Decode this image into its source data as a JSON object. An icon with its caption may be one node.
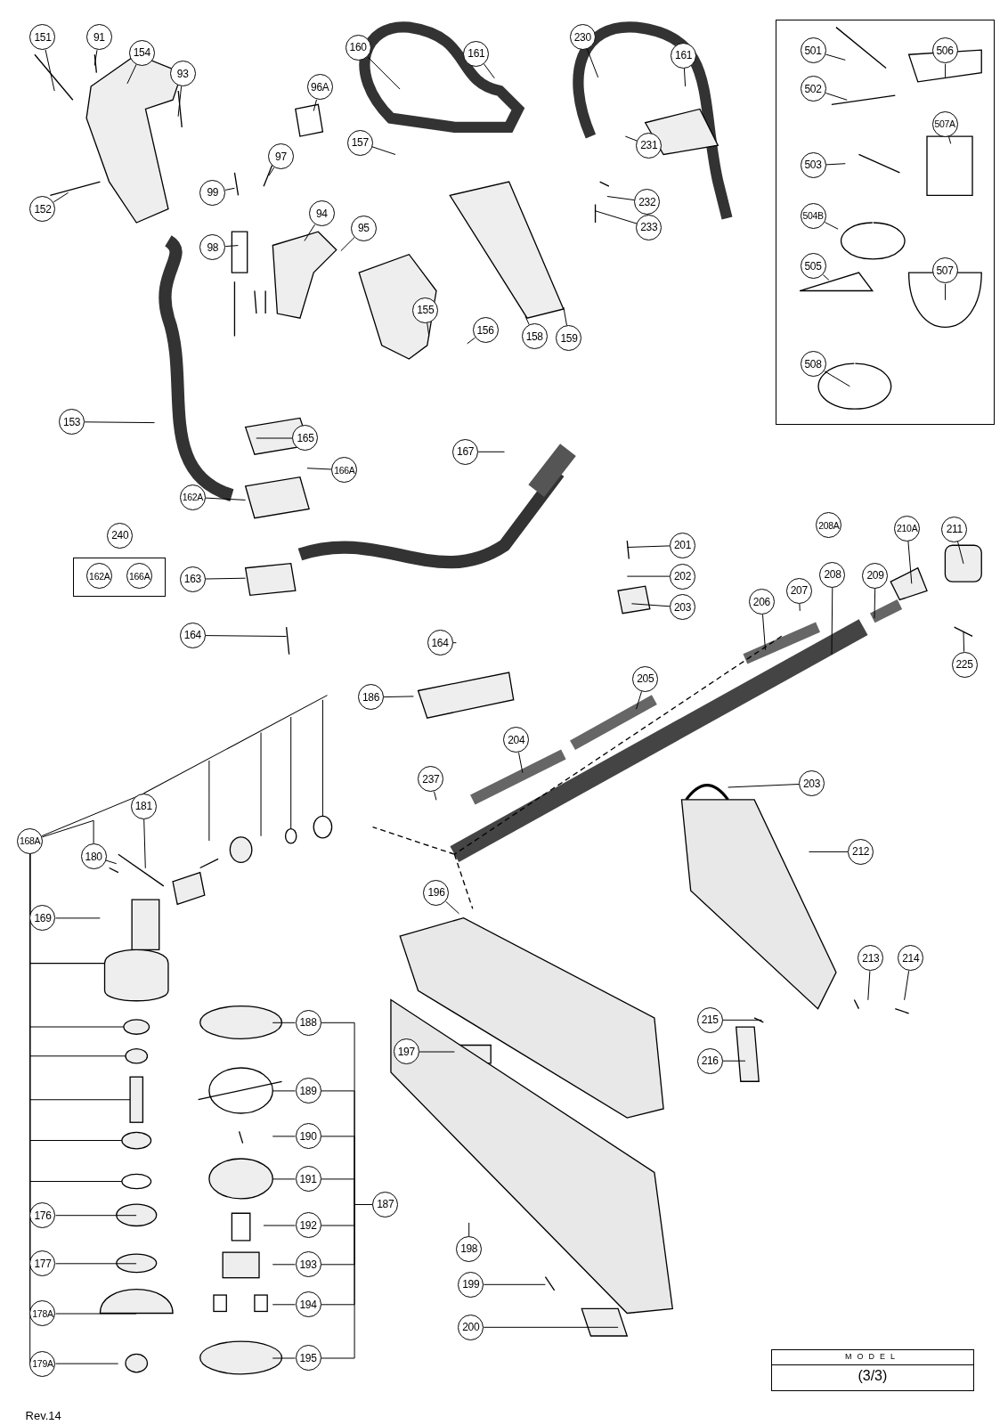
{
  "diagram": {
    "nodes": [
      {
        "text": [
          "151"
        ]
      },
      {
        "text": [
          "91"
        ]
      },
      {
        "text": [
          "154"
        ]
      },
      {
        "text": [
          "93"
        ]
      },
      {
        "text": [
          "152"
        ]
      },
      {
        "text": [
          "99"
        ]
      },
      {
        "text": [
          "97"
        ]
      },
      {
        "text": [
          "96A"
        ]
      },
      {
        "text": [
          "98"
        ]
      },
      {
        "text": [
          "94"
        ]
      },
      {
        "text": [
          "95"
        ]
      },
      {
        "text": [
          "155"
        ]
      },
      {
        "text": [
          "156"
        ]
      },
      {
        "text": [
          "160"
        ]
      },
      {
        "text": [
          "161"
        ]
      },
      {
        "text": [
          "157"
        ]
      },
      {
        "text": [
          "158"
        ]
      },
      {
        "text": [
          "159"
        ]
      },
      {
        "text": [
          "230"
        ]
      },
      {
        "text": [
          "161"
        ]
      },
      {
        "text": [
          "231"
        ]
      },
      {
        "text": [
          "232"
        ]
      },
      {
        "text": [
          "233"
        ]
      },
      {
        "text": [],
        "shape": "box"
      },
      {
        "text": [
          "501"
        ],
        "in": 23
      },
      {
        "text": [
          "502"
        ],
        "in": 23
      },
      {
        "text": [
          "503"
        ],
        "in": 23
      },
      {
        "text": [
          "504B"
        ],
        "in": 23
      },
      {
        "text": [
          "505"
        ],
        "in": 23
      },
      {
        "text": [
          "508"
        ],
        "in": 23
      },
      {
        "text": [
          "506"
        ],
        "in": 23
      },
      {
        "text": [
          "507A"
        ],
        "in": 23
      },
      {
        "text": [
          "507"
        ],
        "in": 23
      },
      {
        "text": [
          "153"
        ]
      },
      {
        "text": [
          "165"
        ]
      },
      {
        "text": [
          "166A"
        ]
      },
      {
        "text": [
          "162A"
        ]
      },
      {
        "text": [
          "240"
        ]
      },
      {
        "text": [],
        "shape": "box"
      },
      {
        "text": [
          "162A"
        ],
        "in": 38
      },
      {
        "text": [
          "166A"
        ],
        "in": 38
      },
      {
        "text": [
          "163"
        ]
      },
      {
        "text": [
          "164"
        ]
      },
      {
        "text": [
          "167"
        ]
      },
      {
        "text": [
          "201"
        ]
      },
      {
        "text": [
          "202"
        ]
      },
      {
        "text": [
          "203"
        ]
      },
      {
        "text": [
          "164"
        ]
      },
      {
        "text": [
          "186"
        ]
      },
      {
        "text": [
          "206"
        ]
      },
      {
        "text": [
          "207"
        ]
      },
      {
        "text": [
          "208A"
        ]
      },
      {
        "text": [
          "208"
        ]
      },
      {
        "text": [
          "209"
        ]
      },
      {
        "text": [
          "210A"
        ]
      },
      {
        "text": [
          "211"
        ]
      },
      {
        "text": [
          "225"
        ]
      },
      {
        "text": [
          "205"
        ]
      },
      {
        "text": [
          "204"
        ]
      },
      {
        "text": [
          "237"
        ]
      },
      {
        "text": [
          "203"
        ]
      },
      {
        "text": [
          "212"
        ]
      },
      {
        "text": [
          "168A"
        ]
      },
      {
        "text": [
          "181"
        ]
      },
      {
        "text": [
          "180"
        ]
      },
      {
        "text": [
          "169"
        ]
      },
      {
        "text": [
          "176"
        ]
      },
      {
        "text": [
          "177"
        ]
      },
      {
        "text": [
          "178A"
        ]
      },
      {
        "text": [
          "179A"
        ]
      },
      {
        "text": [
          "188"
        ]
      },
      {
        "text": [
          "189"
        ]
      },
      {
        "text": [
          "190"
        ]
      },
      {
        "text": [
          "191"
        ]
      },
      {
        "text": [
          "192"
        ]
      },
      {
        "text": [
          "193"
        ]
      },
      {
        "text": [
          "194"
        ]
      },
      {
        "text": [
          "195"
        ]
      },
      {
        "text": [
          "187"
        ]
      },
      {
        "text": [
          "196"
        ]
      },
      {
        "text": [
          "197"
        ]
      },
      {
        "text": [
          "198"
        ]
      },
      {
        "text": [
          "199"
        ]
      },
      {
        "text": [
          "200"
        ]
      },
      {
        "text": [
          "213"
        ]
      },
      {
        "text": [
          "214"
        ]
      },
      {
        "text": [
          "215"
        ]
      },
      {
        "text": [
          "216"
        ]
      },
      {
        "text": [
          "MODEL",
          "(3/3)"
        ]
      }
    ],
    "edges": [
      {
        "from": 0,
        "to": null,
        "arrow": "none"
      },
      {
        "from": 1,
        "to": null,
        "arrow": "none"
      },
      {
        "from": 2,
        "to": null,
        "arrow": "none"
      },
      {
        "from": 3,
        "to": null,
        "arrow": "none"
      },
      {
        "from": 4,
        "to": null,
        "arrow": "none"
      },
      {
        "from": 5,
        "to": null,
        "arrow": "none"
      },
      {
        "from": 6,
        "to": null,
        "arrow": "none"
      },
      {
        "from": 7,
        "to": null,
        "arrow": "none"
      },
      {
        "from": 8,
        "to": null,
        "arrow": "none"
      },
      {
        "from": 9,
        "to": null,
        "arrow": "none"
      },
      {
        "from": 10,
        "to": null,
        "arrow": "none"
      },
      {
        "from": 11,
        "to": null,
        "arrow": "none"
      },
      {
        "from": 12,
        "to": null,
        "arrow": "none"
      },
      {
        "from": 13,
        "to": null,
        "arrow": "none"
      },
      {
        "from": 14,
        "to": null,
        "arrow": "none"
      },
      {
        "from": 15,
        "to": null,
        "arrow": "none"
      },
      {
        "from": 16,
        "to": null,
        "arrow": "none"
      },
      {
        "from": 17,
        "to": null,
        "arrow": "none"
      },
      {
        "from": 18,
        "to": null,
        "arrow": "none"
      },
      {
        "from": 19,
        "to": null,
        "arrow": "none"
      },
      {
        "from": 20,
        "to": null,
        "arrow": "none"
      },
      {
        "from": 21,
        "to": null,
        "arrow": "none"
      },
      {
        "from": 22,
        "to": null,
        "arrow": "none"
      },
      {
        "from": 24,
        "to": null,
        "arrow": "none"
      },
      {
        "from": 25,
        "to": null,
        "arrow": "none"
      },
      {
        "from": 26,
        "to": null,
        "arrow": "none"
      },
      {
        "from": 27,
        "to": null,
        "arrow": "none"
      },
      {
        "from": 28,
        "to": null,
        "arrow": "none"
      },
      {
        "from": 29,
        "to": null,
        "arrow": "none"
      },
      {
        "from": 30,
        "to": null,
        "arrow": "none"
      },
      {
        "from": 31,
        "to": null,
        "arrow": "none"
      },
      {
        "from": 32,
        "to": null,
        "arrow": "none"
      },
      {
        "from": 33,
        "to": null,
        "arrow": "none"
      },
      {
        "from": 34,
        "to": null,
        "arrow": "none"
      },
      {
        "from": 35,
        "to": null,
        "arrow": "none"
      },
      {
        "from": 36,
        "to": null,
        "arrow": "none"
      },
      {
        "from": 41,
        "to": null,
        "arrow": "none"
      },
      {
        "from": 42,
        "to": null,
        "arrow": "none"
      },
      {
        "from": 43,
        "to": null,
        "arrow": "none"
      },
      {
        "from": 44,
        "to": null,
        "arrow": "none"
      },
      {
        "from": 45,
        "to": null,
        "arrow": "none"
      },
      {
        "from": 46,
        "to": null,
        "arrow": "none"
      },
      {
        "from": 47,
        "to": null,
        "arrow": "none"
      },
      {
        "from": 48,
        "to": null,
        "arrow": "none"
      },
      {
        "from": 49,
        "to": null,
        "arrow": "none"
      },
      {
        "from": 50,
        "to": null,
        "arrow": "none"
      },
      {
        "from": 52,
        "to": null,
        "arrow": "none"
      },
      {
        "from": 53,
        "to": null,
        "arrow": "none"
      },
      {
        "from": 54,
        "to": null,
        "arrow": "none"
      },
      {
        "from": 55,
        "to": null,
        "arrow": "none"
      },
      {
        "from": 56,
        "to": null,
        "arrow": "none"
      },
      {
        "from": 57,
        "to": null,
        "arrow": "none"
      },
      {
        "from": 58,
        "to": null,
        "arrow": "none"
      },
      {
        "from": 59,
        "to": null,
        "arrow": "none"
      },
      {
        "from": 60,
        "to": null,
        "arrow": "none"
      },
      {
        "from": 61,
        "to": null,
        "arrow": "none"
      },
      {
        "from": 63,
        "to": null,
        "arrow": "none"
      },
      {
        "from": 64,
        "to": null,
        "arrow": "none"
      },
      {
        "from": 65,
        "to": null,
        "arrow": "none"
      },
      {
        "from": 66,
        "to": null,
        "arrow": "none"
      },
      {
        "from": 67,
        "to": null,
        "arrow": "none"
      },
      {
        "from": 68,
        "to": null,
        "arrow": "none"
      },
      {
        "from": 69,
        "to": null,
        "arrow": "none"
      },
      {
        "from": 70,
        "to": null,
        "arrow": "none"
      },
      {
        "from": 71,
        "to": null,
        "arrow": "none"
      },
      {
        "from": 72,
        "to": null,
        "arrow": "none"
      },
      {
        "from": 73,
        "to": null,
        "arrow": "none"
      },
      {
        "from": 74,
        "to": null,
        "arrow": "none"
      },
      {
        "from": 75,
        "to": null,
        "arrow": "none"
      },
      {
        "from": 76,
        "to": null,
        "arrow": "none"
      },
      {
        "from": 77,
        "to": null,
        "arrow": "none"
      },
      {
        "from": 79,
        "to": null,
        "arrow": "none"
      },
      {
        "from": 80,
        "to": null,
        "arrow": "none"
      },
      {
        "from": 81,
        "to": null,
        "arrow": "none"
      },
      {
        "from": 82,
        "to": null,
        "arrow": "none"
      },
      {
        "from": 83,
        "to": null,
        "arrow": "none"
      },
      {
        "from": 84,
        "to": null,
        "arrow": "none"
      },
      {
        "from": 85,
        "to": null,
        "arrow": "none"
      },
      {
        "from": 86,
        "to": null,
        "arrow": "none"
      },
      {
        "from": 87,
        "to": null,
        "arrow": "none"
      },
      {
        "from": 62,
        "to": 64,
        "arrow": "none"
      },
      {
        "from": 62,
        "to": 63,
        "arrow": "none"
      },
      {
        "from": 62,
        "to": 65,
        "arrow": "none"
      },
      {
        "from": 62,
        "to": 66,
        "arrow": "none"
      },
      {
        "from": 62,
        "to": 67,
        "arrow": "none"
      },
      {
        "from": 62,
        "to": 68,
        "arrow": "none"
      },
      {
        "from": 62,
        "to": 69,
        "arrow": "none"
      },
      {
        "from": 70,
        "to": 78,
        "arrow": "none"
      },
      {
        "from": 71,
        "to": 78,
        "arrow": "none"
      },
      {
        "from": 72,
        "to": 78,
        "arrow": "none"
      },
      {
        "from": 73,
        "to": 78,
        "arrow": "none"
      },
      {
        "from": 74,
        "to": 78,
        "arrow": "none"
      },
      {
        "from": 75,
        "to": 78,
        "arrow": "none"
      },
      {
        "from": 76,
        "to": 78,
        "arrow": "none"
      },
      {
        "from": 77,
        "to": 78,
        "arrow": "none"
      }
    ],
    "labels": [
      "Rev.14"
    ]
  }
}
